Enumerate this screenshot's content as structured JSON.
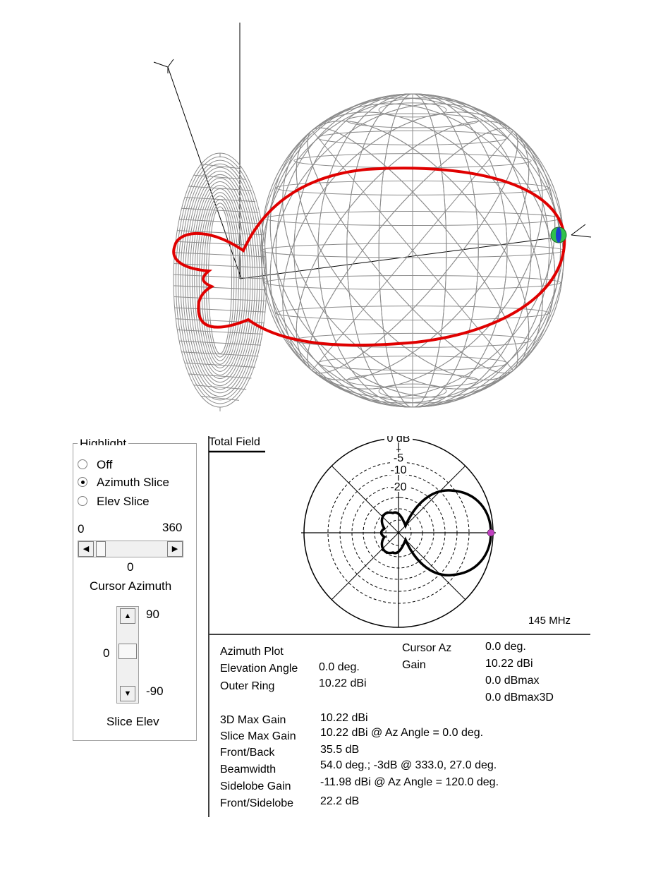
{
  "view3d": {
    "mesh_color": "#8c8c8c",
    "slice_color": "#e00000",
    "cursor_marker_colors": [
      "#2fc24a",
      "#1a3fd0"
    ]
  },
  "highlight_panel": {
    "title": "Highlight",
    "options": [
      {
        "label": "Off",
        "selected": false
      },
      {
        "label": "Azimuth Slice",
        "selected": true
      },
      {
        "label": "Elev Slice",
        "selected": false
      }
    ],
    "azimuth_min": "0",
    "azimuth_max": "360",
    "azimuth_value": "0",
    "azimuth_caption": "Cursor Azimuth",
    "elev_max": "90",
    "elev_min": "-90",
    "elev_value": "0",
    "elev_caption": "Slice Elev"
  },
  "polar_plot": {
    "title": "Total Field",
    "ring_labels": [
      "0 dB",
      "-5",
      "-10",
      "-20"
    ],
    "frequency": "145 MHz",
    "marker_color": "#c040c0"
  },
  "info": {
    "plot_type": "Azimuth Plot",
    "elevation_angle_label": "Elevation Angle",
    "elevation_angle_value": "0.0 deg.",
    "outer_ring_label": "Outer Ring",
    "outer_ring_value": "10.22 dBi",
    "cursor_az_label": "Cursor Az",
    "cursor_az_value": "0.0 deg.",
    "gain_label": "Gain",
    "gain_values": [
      "10.22 dBi",
      "0.0 dBmax",
      "0.0 dBmax3D"
    ],
    "stats": [
      {
        "label": "3D Max Gain",
        "value": "10.22 dBi"
      },
      {
        "label": "Slice Max Gain",
        "value": "10.22 dBi @ Az Angle = 0.0 deg."
      },
      {
        "label": "Front/Back",
        "value": "35.5 dB"
      },
      {
        "label": "Beamwidth",
        "value": "54.0 deg.; -3dB @ 333.0, 27.0 deg."
      },
      {
        "label": "Sidelobe Gain",
        "value": "-11.98 dBi @ Az Angle = 120.0 deg."
      },
      {
        "label": "Front/Sidelobe",
        "value": "22.2 dB"
      }
    ]
  }
}
